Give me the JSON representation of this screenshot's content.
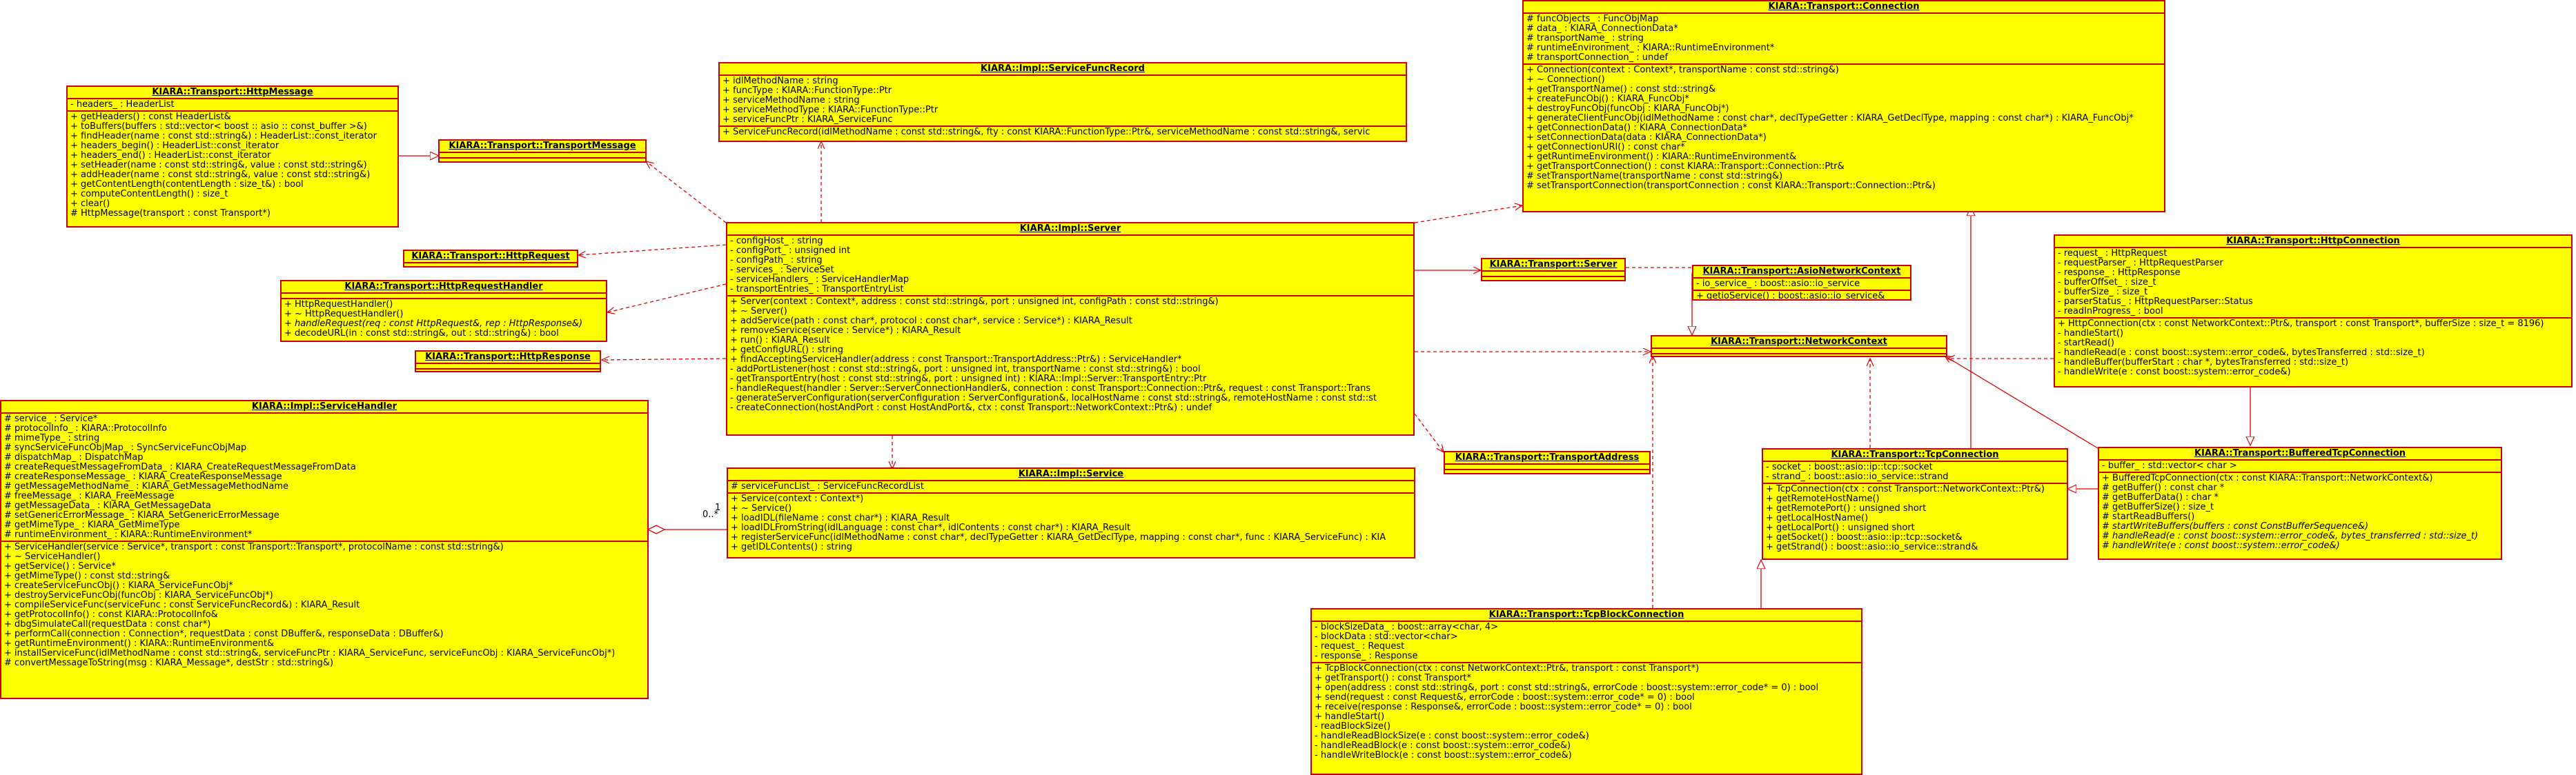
{
  "colors": {
    "box_fill": "#ffff00",
    "box_border": "#c80000",
    "edge": "#e00000"
  },
  "classes": {
    "connection": {
      "name": "KIARA::Transport::Connection",
      "attrs": [
        "# funcObjects_ : FuncObjMap",
        "# data_ : KIARA_ConnectionData*",
        "# transportName_ : string",
        "# runtimeEnvironment_ : KIARA::RuntimeEnvironment*",
        "# transportConnection_ : undef"
      ],
      "ops": [
        "+ Connection(context : Context*, transportName : const std::string&)",
        "+ ~ Connection()",
        "+ getTransportName() : const std::string&",
        "+ createFuncObj() : KIARA_FuncObj*",
        "+ destroyFuncObj(funcObj : KIARA_FuncObj*)",
        "+ generateClientFuncObj(idlMethodName : const char*, declTypeGetter : KIARA_GetDeclType, mapping : const char*) : KIARA_FuncObj*",
        "+ getConnectionData() : KIARA_ConnectionData*",
        "+ setConnectionData(data : KIARA_ConnectionData*)",
        "+ getConnectionURI() : const char*",
        "+ getRuntimeEnvironment() : KIARA::RuntimeEnvironment&",
        "+ getTransportConnection() : const KIARA::Transport::Connection::Ptr&",
        "# setTransportName(transportName : const std::string&)",
        "# setTransportConnection(transportConnection : const KIARA::Transport::Connection::Ptr&)"
      ]
    },
    "httpmessage": {
      "name": "KIARA::Transport::HttpMessage",
      "attrs": [
        "- headers_ : HeaderList"
      ],
      "ops": [
        "+ getHeaders() : const HeaderList&",
        "+ toBuffers(buffers : std::vector< boost :: asio :: const_buffer >&)",
        "+ findHeader(name : const std::string&) : HeaderList::const_iterator",
        "+ headers_begin() : HeaderList::const_iterator",
        "+ headers_end() : HeaderList::const_iterator",
        "+ setHeader(name : const std::string&, value : const std::string&)",
        "+ addHeader(name : const std::string&, value : const std::string&)",
        "+ getContentLength(contentLength : size_t&) : bool",
        "+ computeContentLength() : size_t",
        "+ clear()",
        "# HttpMessage(transport : const Transport*)"
      ]
    },
    "servicefuncrecord": {
      "name": "KIARA::Impl::ServiceFuncRecord",
      "attrs": [
        "+ idlMethodName : string",
        "+ funcType : KIARA::FunctionType::Ptr",
        "+ serviceMethodName : string",
        "+ serviceMethodType : KIARA::FunctionType::Ptr",
        "+ serviceFuncPtr : KIARA_ServiceFunc"
      ],
      "ops": [
        "+ ServiceFuncRecord(idlMethodName : const std::string&, fty : const KIARA::FunctionType::Ptr&, serviceMethodName : const std::string&, servic"
      ]
    },
    "transportmessage": {
      "name": "KIARA::Transport::TransportMessage",
      "attrs": [],
      "ops": []
    },
    "httprequest": {
      "name": "KIARA::Transport::HttpRequest",
      "attrs": [],
      "ops": []
    },
    "httprequesthandler": {
      "name": "KIARA::Transport::HttpRequestHandler",
      "attrs": [],
      "ops": [
        "+ HttpRequestHandler()",
        "+ ~ HttpRequestHandler()",
        "+ handleRequest(req : const HttpRequest&, rep : HttpResponse&)",
        "+ decodeURL(in : const std::string&, out : std::string&) : bool"
      ]
    },
    "httpresponse": {
      "name": "KIARA::Transport::HttpResponse",
      "attrs": [],
      "ops": []
    },
    "server": {
      "name": "KIARA::Impl::Server",
      "attrs": [
        "- configHost_ : string",
        "- configPort_ : unsigned int",
        "- configPath_ : string",
        "- services_ : ServiceSet",
        "- serviceHandlers_ : ServiceHandlerMap",
        "- transportEntries_ : TransportEntryList"
      ],
      "ops": [
        "+ Server(context : Context*, address : const std::string&, port : unsigned int, configPath : const std::string&)",
        "+ ~ Server()",
        "+ addService(path : const char*, protocol : const char*, service : Service*) : KIARA_Result",
        "+ removeService(service : Service*) : KIARA_Result",
        "+ run() : KIARA_Result",
        "+ getConfigURL() : string",
        "+ findAcceptingServiceHandler(address : const Transport::TransportAddress::Ptr&) : ServiceHandler*",
        "- addPortListener(host : const std::string&, port : unsigned int, transportName : const std::string&) : bool",
        "- getTransportEntry(host : const std::string&, port : unsigned int) : KIARA::Impl::Server::TransportEntry::Ptr",
        "- handleRequest(handler : Server::ServerConnectionHandler&, connection : const Transport::Connection::Ptr&, request : const Transport::Trans",
        "- generateServerConfiguration(serverConfiguration : ServerConfiguration&, localHostName : const std::string&, remoteHostName : const std::st",
        "- createConnection(hostAndPort : const HostAndPort&, ctx : const Transport::NetworkContext::Ptr&) : undef"
      ]
    },
    "transportserver": {
      "name": "KIARA::Transport::Server",
      "attrs": [],
      "ops": []
    },
    "asionetworkcontext": {
      "name": "KIARA::Transport::AsioNetworkContext",
      "attrs": [
        "- io_service_ : boost::asio::io_service"
      ],
      "ops": [
        "+ getioService() : boost::asio::io_service&"
      ]
    },
    "httpconnection": {
      "name": "KIARA::Transport::HttpConnection",
      "attrs": [
        "- request_ : HttpRequest",
        "- requestParser_ : HttpRequestParser",
        "- response_ : HttpResponse",
        "- bufferOffset_ : size_t",
        "- bufferSize_ : size_t",
        "- parserStatus_ : HttpRequestParser::Status",
        "- readInProgress_ : bool"
      ],
      "ops": [
        "+ HttpConnection(ctx : const NetworkContext::Ptr&, transport : const Transport*, bufferSize : size_t = 8196)",
        "- handleStart()",
        "- startRead()",
        "- handleRead(e : const boost::system::error_code&, bytesTransferred : std::size_t)",
        "- handleBuffer(bufferStart : char *, bytesTransferred : std::size_t)",
        "- handleWrite(e : const boost::system::error_code&)"
      ]
    },
    "networkcontext": {
      "name": "KIARA::Transport::NetworkContext",
      "attrs": [],
      "ops": []
    },
    "servicehandler": {
      "name": "KIARA::Impl::ServiceHandler",
      "attrs": [
        "# service_ : Service*",
        "# protocolInfo_ : KIARA::ProtocolInfo",
        "# mimeType_ : string",
        "# syncServiceFuncObjMap_ : SyncServiceFuncObjMap",
        "# dispatchMap_ : DispatchMap",
        "# createRequestMessageFromData_ : KIARA_CreateRequestMessageFromData",
        "# createResponseMessage_ : KIARA_CreateResponseMessage",
        "# getMessageMethodName_ : KIARA_GetMessageMethodName",
        "# freeMessage_ : KIARA_FreeMessage",
        "# getMessageData_ : KIARA_GetMessageData",
        "# setGenericErrorMessage_ : KIARA_SetGenericErrorMessage",
        "# getMimeType_ : KIARA_GetMimeType",
        "# runtimeEnvironment_ : KIARA::RuntimeEnvironment*"
      ],
      "ops": [
        "+ ServiceHandler(service : Service*, transport : const Transport::Transport*, protocolName : const std::string&)",
        "+ ~ ServiceHandler()",
        "+ getService() : Service*",
        "+ getMimeType() : const std::string&",
        "+ createServiceFuncObj() : KIARA_ServiceFuncObj*",
        "+ destroyServiceFuncObj(funcObj : KIARA_ServiceFuncObj*)",
        "+ compileServiceFunc(serviceFunc : const ServiceFuncRecord&) : KIARA_Result",
        "+ getProtocolInfo() : const KIARA::ProtocolInfo&",
        "+ dbgSimulateCall(requestData : const char*)",
        "+ performCall(connection : Connection*, requestData : const DBuffer&, responseData : DBuffer&)",
        "+ getRuntimeEnvironment() : KIARA::RuntimeEnvironment&",
        "+ installServiceFunc(idlMethodName : const std::string&, serviceFuncPtr : KIARA_ServiceFunc, serviceFuncObj : KIARA_ServiceFuncObj*)",
        "# convertMessageToString(msg : KIARA_Message*, destStr : std::string&)"
      ]
    },
    "service": {
      "name": "KIARA::Impl::Service",
      "attrs": [
        "# serviceFuncList_ : ServiceFuncRecordList"
      ],
      "ops": [
        "+ Service(context : Context*)",
        "+ ~ Service()",
        "+ loadIDL(fileName : const char*) : KIARA_Result",
        "+ loadIDLFromString(idlLanguage : const char*, idlContents : const char*) : KIARA_Result",
        "+ registerServiceFunc(idlMethodName : const char*, declTypeGetter : KIARA_GetDeclType, mapping : const char*, func : KIARA_ServiceFunc) : KIA",
        "+ getIDLContents() : string"
      ]
    },
    "transportaddress": {
      "name": "KIARA::Transport::TransportAddress",
      "attrs": [],
      "ops": []
    },
    "tcpconnection": {
      "name": "KIARA::Transport::TcpConnection",
      "attrs": [
        "- socket_ : boost::asio::ip::tcp::socket",
        "- strand_ : boost::asio::io_service::strand"
      ],
      "ops": [
        "+ TcpConnection(ctx : const Transport::NetworkContext::Ptr&)",
        "+ getRemoteHostName()",
        "+ getRemotePort() : unsigned short",
        "+ getLocalHostName()",
        "+ getLocalPort() : unsigned short",
        "+ getSocket() : boost::asio::ip::tcp::socket&",
        "+ getStrand() : boost::asio::io_service::strand&"
      ]
    },
    "bufferedtcpconnection": {
      "name": "KIARA::Transport::BufferedTcpConnection",
      "attrs": [
        "- buffer_ : std::vector< char >"
      ],
      "ops": [
        "+ BufferedTcpConnection(ctx : const KIARA::Transport::NetworkContext&)",
        "# getBuffer() : const char *",
        "# getBufferData() : char *",
        "# getBufferSize() : size_t",
        "# startReadBuffers()",
        "# startWriteBuffers(buffers : const ConstBufferSequence&)",
        "# handleRead(e : const boost::system::error_code&, bytes_transferred : std::size_t)",
        "# handleWrite(e : const boost::system::error_code&)"
      ]
    },
    "tcpblockconnection": {
      "name": "KIARA::Transport::TcpBlockConnection",
      "attrs": [
        "- blockSizeData_ : boost::array<char, 4>",
        "- blockData : std::vector<char>",
        "- request_ : Request",
        "- response_ : Response"
      ],
      "ops": [
        "+ TcpBlockConnection(ctx : const NetworkContext::Ptr&, transport : const Transport*)",
        "+ getTransport() : const Transport*",
        "+ open(address : const std::string&, port : const std::string&, errorCode : boost::system::error_code* = 0) : bool",
        "+ send(request : const Request&, errorCode : boost::system::error_code* = 0) : bool",
        "+ receive(response : Response&, errorCode : boost::system::error_code* = 0) : bool",
        "+ handleStart()",
        "- readBlockSize()",
        "- handleReadBlockSize(e : const boost::system::error_code&)",
        "- handleReadBlock(e : const boost::system::error_code&)",
        "- handleWriteBlock(e : const boost::system::error_code&)"
      ]
    }
  },
  "multiplicities": {
    "service_handler_end": "0..*",
    "service_end": "1"
  }
}
